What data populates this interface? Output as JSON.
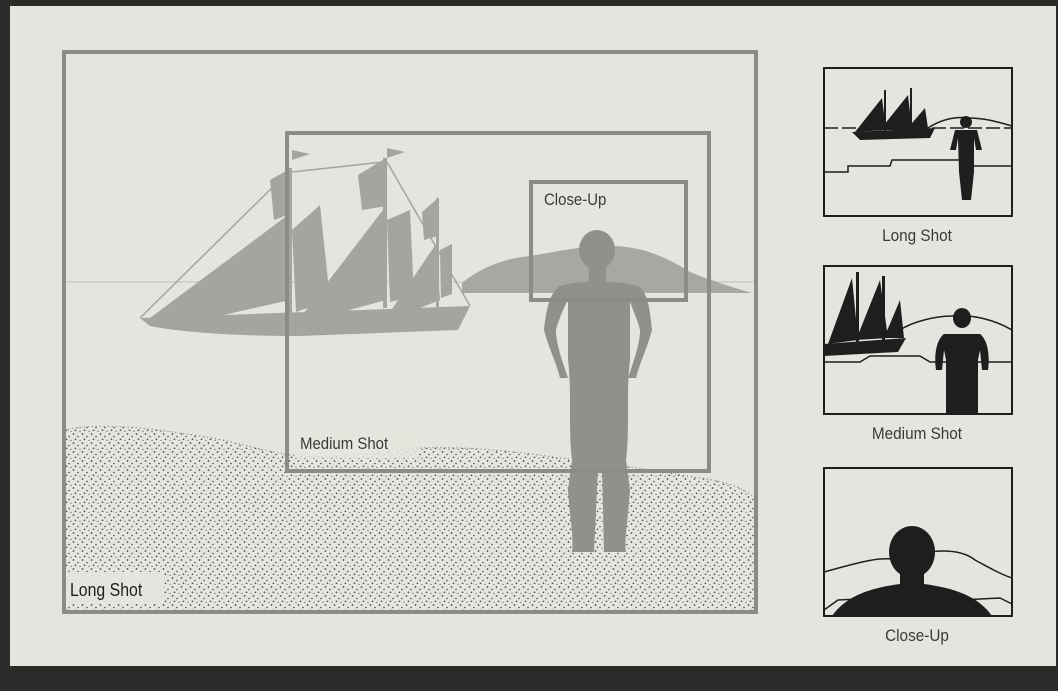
{
  "diagram": {
    "main_labels": {
      "long_shot": "Long Shot",
      "medium_shot": "Medium Shot",
      "close_up": "Close-Up"
    },
    "thumbnail_captions": [
      "Long Shot",
      "Medium Shot",
      "Close-Up"
    ]
  },
  "colors": {
    "paper": "#e3e6de",
    "frame": "#8a8c88",
    "figure": "#8f918d",
    "thumb_ink": "#1e1e1e"
  }
}
